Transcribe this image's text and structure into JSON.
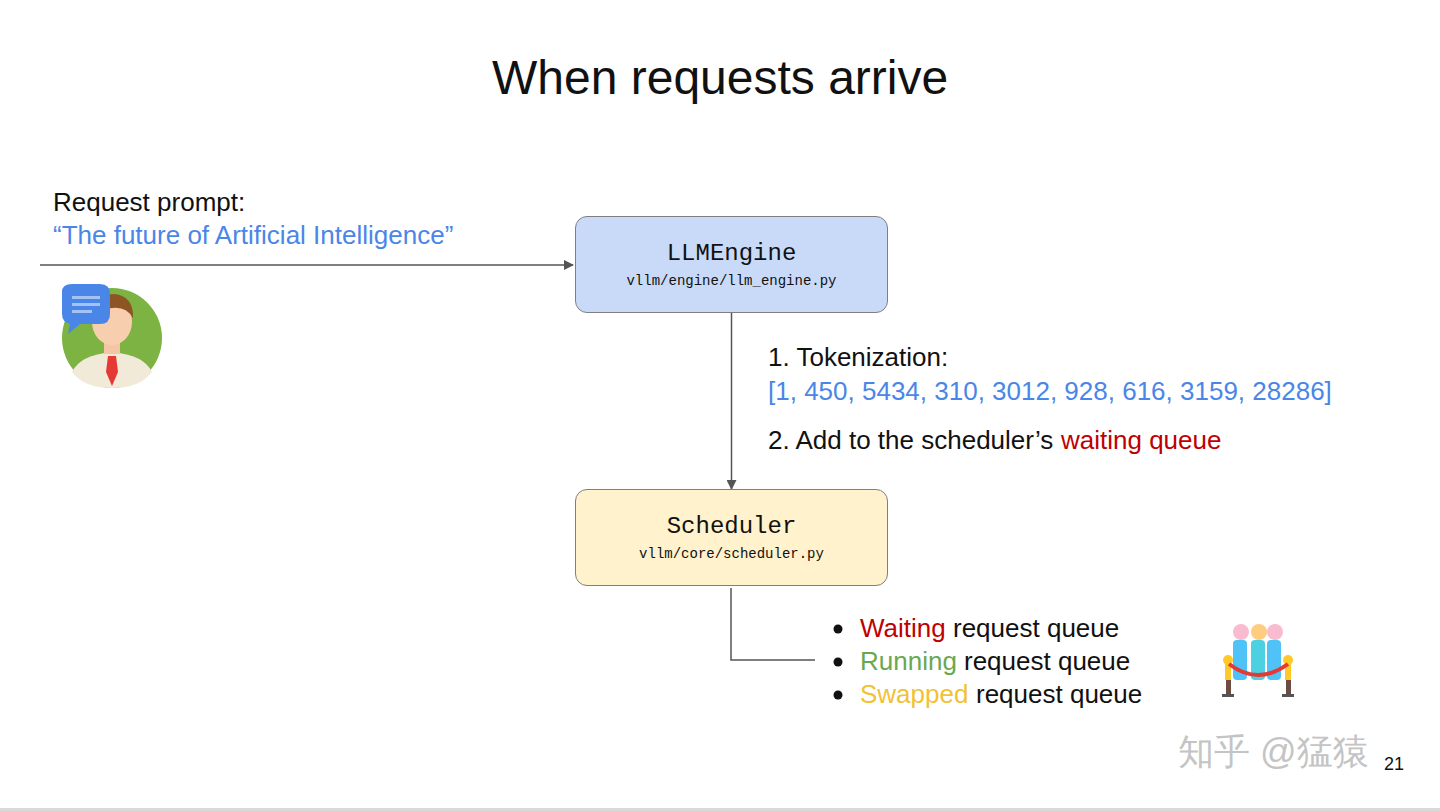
{
  "diagram": {
    "title": "When requests arrive",
    "nodes": [
      {
        "text": [
          "LLMEngine",
          "vllm/engine/llm_engine.py"
        ]
      },
      {
        "text": [
          "Scheduler",
          "vllm/core/scheduler.py"
        ]
      }
    ],
    "edges": [
      {
        "from": 0,
        "to": 1,
        "arrow": "to"
      }
    ],
    "labels": [
      "Request prompt:",
      "“The future of Artificial Intelligence”",
      "1. Tokenization:",
      "[1, 450, 5434, 310, 3012, 928, 616, 3159, 28286]",
      "2. Add to the scheduler’s",
      "waiting queue",
      "Waiting",
      "request queue",
      "Running",
      "request queue",
      "Swapped",
      "request queue",
      "知乎 @猛猿",
      "21"
    ]
  }
}
